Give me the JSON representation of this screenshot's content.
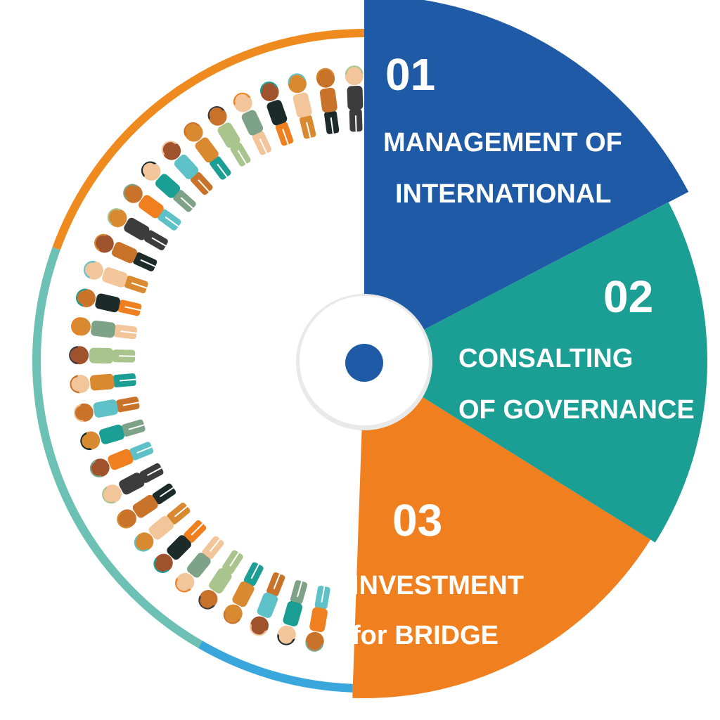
{
  "colors": {
    "blue": "#1f5aa6",
    "teal": "#1b9e93",
    "orange": "#f0801f",
    "rim_orange": "#ef8a1f",
    "rim_teal": "#6cc1b4",
    "rim_blue": "#39a7dc",
    "hub_dot": "#1f5aa6",
    "hub": "#ffffff"
  },
  "segments": [
    {
      "id": "management",
      "number": "01",
      "line1": "MANAGEMENT OF",
      "line2": "INTERNATIONAL",
      "color": "#1f5aa6"
    },
    {
      "id": "consalting",
      "number": "02",
      "line1": "CONSALTING",
      "line2": "OF GOVERNANCE",
      "color": "#1b9e93"
    },
    {
      "id": "investment",
      "number": "03",
      "line1": "INVESTMENT",
      "line2": "for BRIDGE",
      "color": "#f0801f"
    }
  ],
  "people_palette": [
    "#f0801f",
    "#1b9e93",
    "#5fc1c8",
    "#d9892f",
    "#a9c48d",
    "#7ea287",
    "#1c2b2a",
    "#f2c59a",
    "#c9722a",
    "#3c3c3c"
  ]
}
